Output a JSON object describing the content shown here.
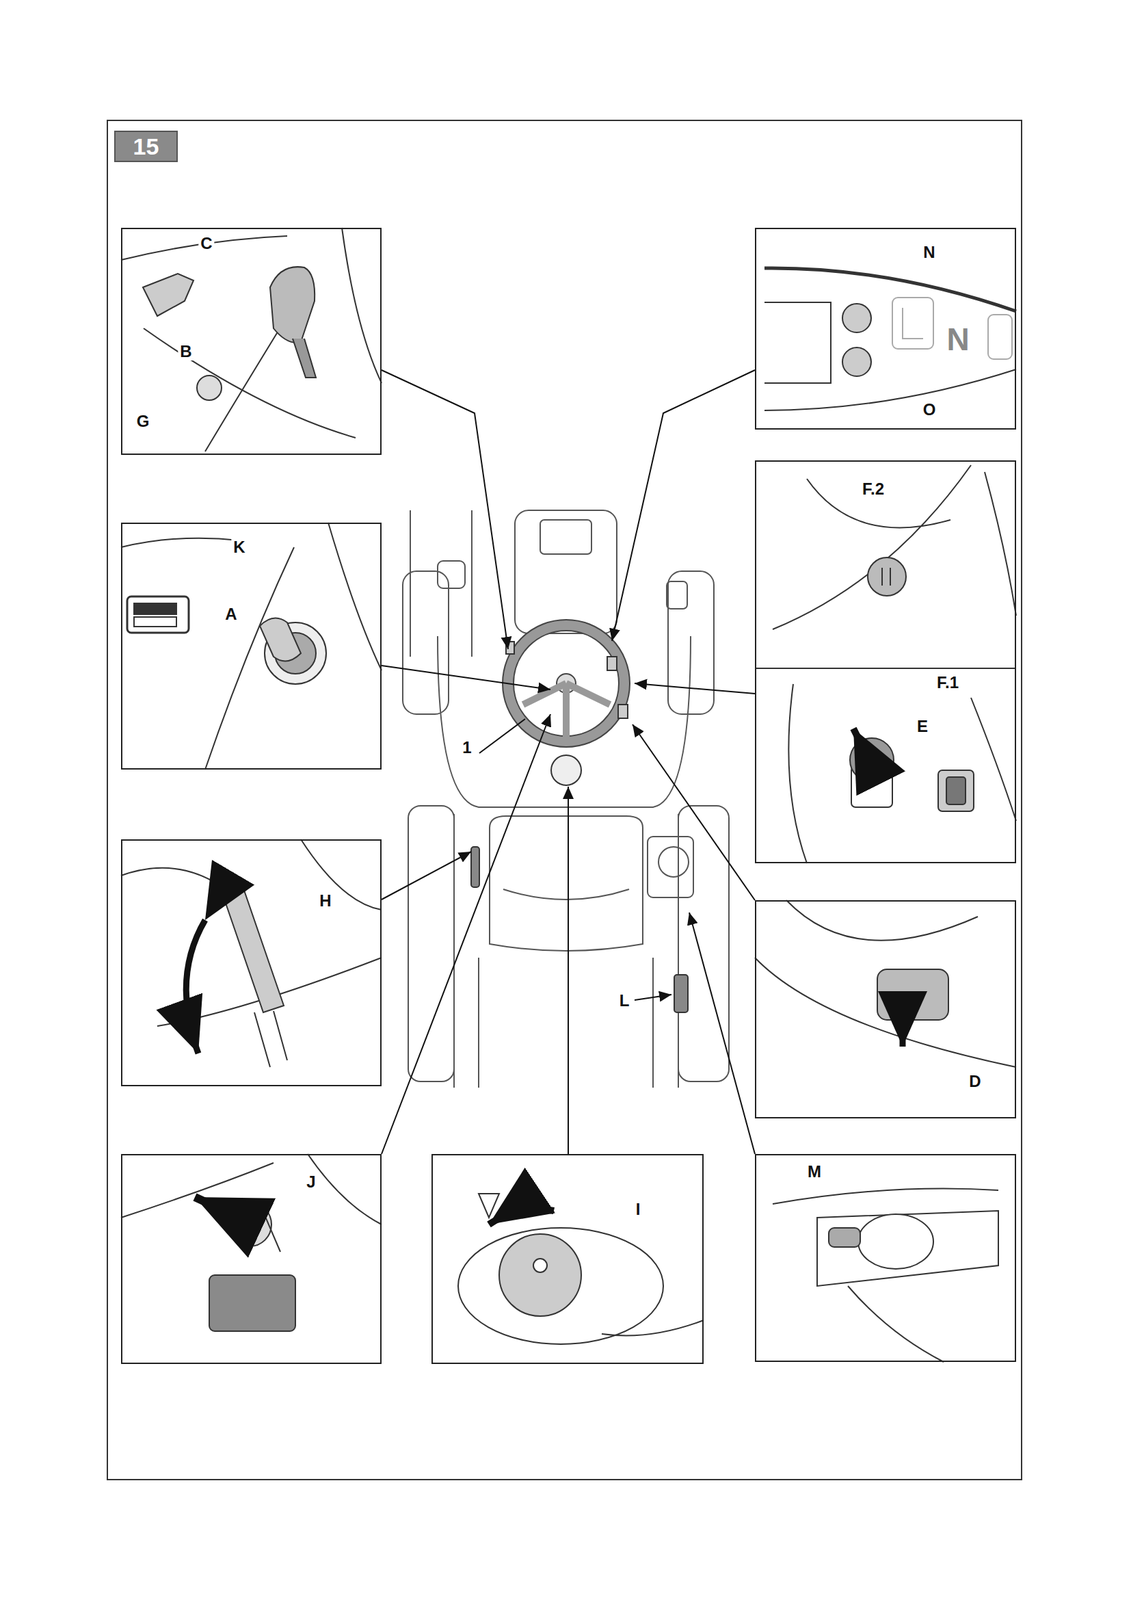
{
  "diagram": {
    "title": "15",
    "nodes": [
      {
        "text": [
          "C",
          "B",
          "G"
        ]
      },
      {
        "text": [
          "N",
          "N",
          "O"
        ]
      },
      {
        "text": [
          "K",
          "A"
        ]
      },
      {
        "text": [
          "F.2",
          "F.1",
          "E"
        ]
      },
      {
        "text": [
          "H"
        ]
      },
      {
        "text": [
          "D"
        ]
      },
      {
        "text": [
          "J"
        ]
      },
      {
        "text": [
          "I"
        ]
      },
      {
        "text": [
          "M"
        ]
      }
    ],
    "labels": [
      "1",
      "L"
    ]
  }
}
